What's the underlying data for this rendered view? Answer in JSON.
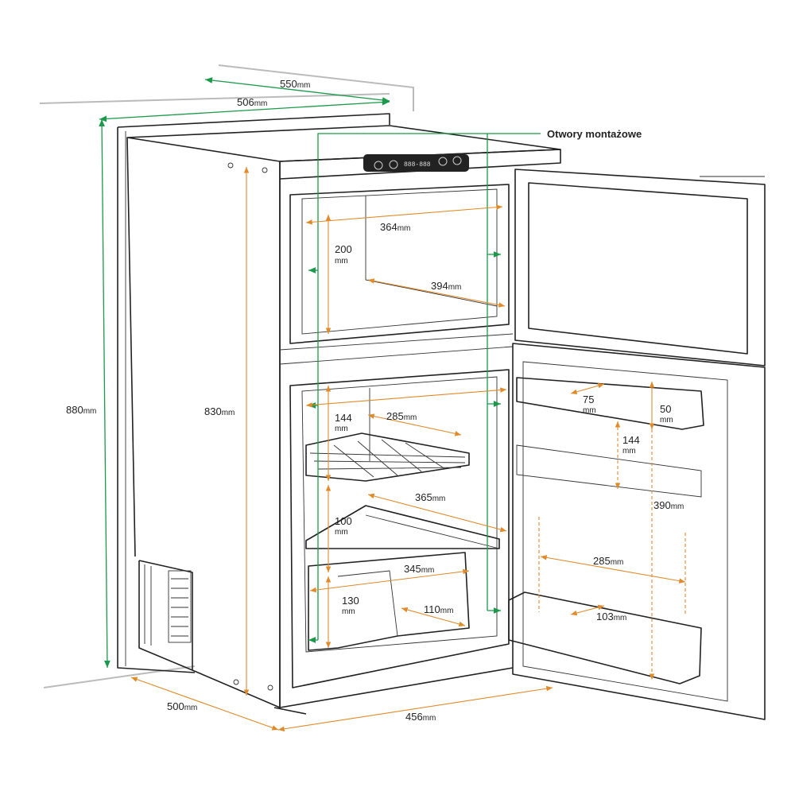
{
  "callout": {
    "mounting_holes": "Otwory montażowe"
  },
  "unit": "mm",
  "control_panel": {
    "display": "888-888"
  },
  "dimensions": {
    "cabinet_depth": "550",
    "cabinet_width": "506",
    "cabinet_height": "880",
    "fridge_height": "830",
    "fridge_depth": "500",
    "fridge_width": "456",
    "freezer_width": "364",
    "freezer_height": "200",
    "freezer_depth": "394",
    "upper_shelf_height": "144",
    "shelf_depth": "285",
    "middle_width": "365",
    "middle_height": "100",
    "crisper_width": "345",
    "crisper_height": "130",
    "crisper_depth": "110",
    "door_bin_top_depth": "75",
    "door_bin_top_height": "50",
    "door_bin_mid_height": "144",
    "door_inner_height": "390",
    "door_inner_width": "285",
    "door_bin_bottom_depth": "103"
  },
  "colors": {
    "mounting": "#1a9a4a",
    "dimension": "#e08a2a",
    "wall": "#bbbbbb"
  }
}
